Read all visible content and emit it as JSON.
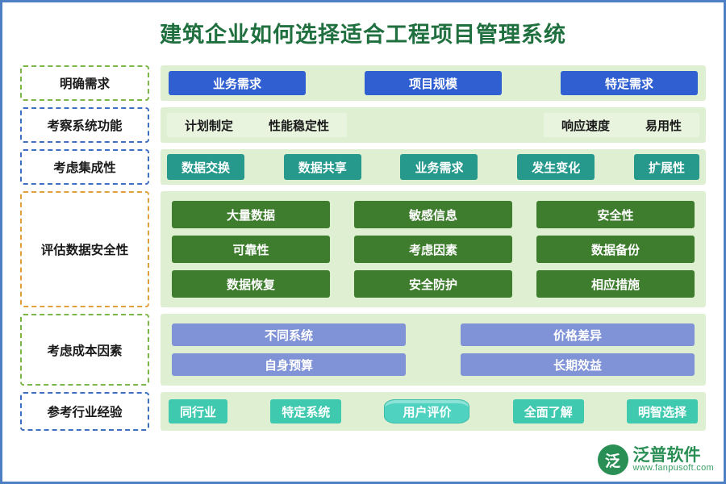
{
  "title": "建筑企业如何选择适合工程项目管理系统",
  "colors": {
    "title": "#1f6f3f",
    "page_border": "#4e7fc4",
    "panel_bg": "#dff0d2",
    "blue_chip": "#2f5fd0",
    "teal_chip": "#26998c",
    "green_chip": "#3f7d2e",
    "periwinkle_chip": "#7f93d6",
    "mint_chip": "#3fc9ae"
  },
  "rows": [
    {
      "label": "明确需求",
      "label_border": "#7ab648",
      "items": [
        "业务需求",
        "项目规模",
        "特定需求"
      ]
    },
    {
      "label": "考察系统功能",
      "label_border": "#3f6fc0",
      "group1": [
        "计划制定",
        "性能稳定性"
      ],
      "group2": [
        "响应速度",
        "易用性"
      ]
    },
    {
      "label": "考虑集成性",
      "label_border": "#3f6fc0",
      "items": [
        "数据交换",
        "数据共享",
        "业务需求",
        "发生变化",
        "扩展性"
      ]
    },
    {
      "label": "评估数据安全性",
      "label_border": "#e0a03c",
      "rows": [
        [
          "大量数据",
          "敏感信息",
          "安全性"
        ],
        [
          "可靠性",
          "考虑因素",
          "数据备份"
        ],
        [
          "数据恢复",
          "安全防护",
          "相应措施"
        ]
      ]
    },
    {
      "label": "考虑成本因素",
      "label_border": "#7ab648",
      "rows": [
        [
          "不同系统",
          "价格差异"
        ],
        [
          "自身预算",
          "长期效益"
        ]
      ]
    },
    {
      "label": "参考行业经验",
      "label_border": "#3f6fc0",
      "items": [
        "同行业",
        "特定系统",
        "用户评价",
        "全面了解",
        "明智选择"
      ],
      "cylinder_index": 2
    }
  ],
  "watermark": {
    "mark": "泛",
    "name": "泛普软件",
    "url": "www.fanpusoft.com"
  }
}
